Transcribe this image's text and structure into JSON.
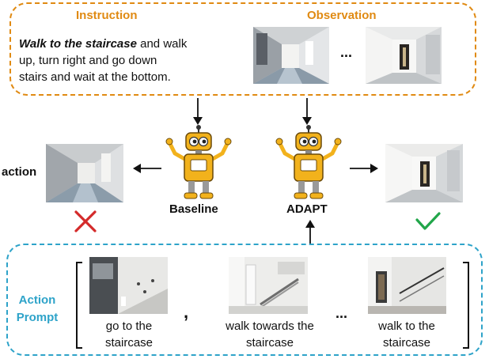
{
  "instruction": {
    "header": "Instruction",
    "bold_text": "Walk to the staircase",
    "rest_line1": " and walk",
    "rest_line2": "up, turn right and go down",
    "rest_line3": "stairs and wait at the bottom."
  },
  "observation": {
    "header": "Observation",
    "ellipsis": "..."
  },
  "agents": {
    "baseline_label": "Baseline",
    "adapt_label": "ADAPT",
    "action_label": "action"
  },
  "action_prompt": {
    "label_line1": "Action",
    "label_line2": "Prompt",
    "items": [
      {
        "line1": "go to the",
        "line2": "staircase"
      },
      {
        "line1": "walk towards the",
        "line2": "staircase"
      },
      {
        "line1": "walk to the",
        "line2": "staircase"
      }
    ],
    "separator": ",",
    "ellipsis": "..."
  },
  "colors": {
    "instruction_accent": "#e08a12",
    "prompt_accent": "#2ea3c9",
    "wrong_mark": "#d42a2a",
    "correct_mark": "#21a64a",
    "robot_body": "#f2b21c"
  }
}
